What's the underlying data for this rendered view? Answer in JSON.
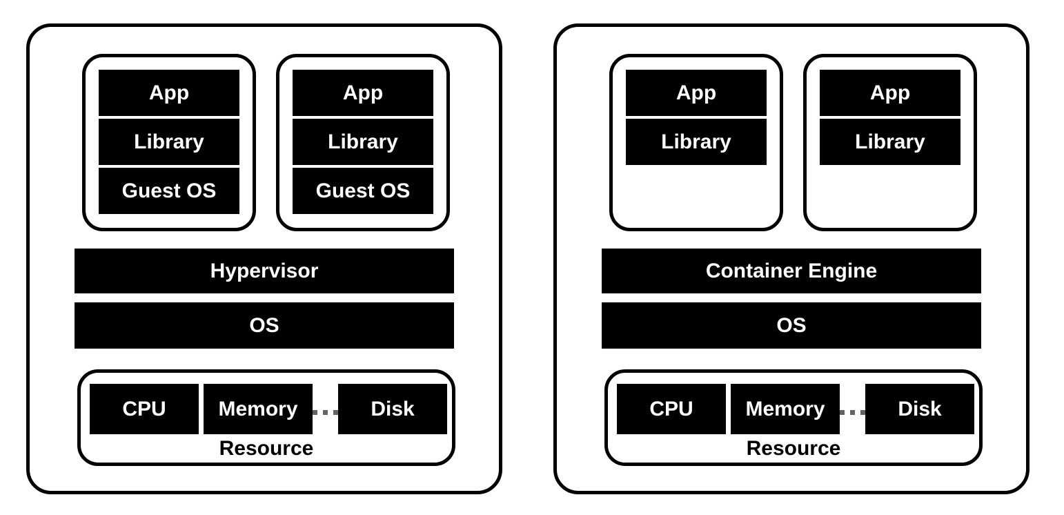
{
  "diagram": {
    "background": "#ffffff",
    "colors": {
      "block_fill": "#000000",
      "block_text": "#ffffff",
      "outline": "#000000",
      "label_text": "#000000",
      "ellipsis_dots": "#636363"
    },
    "panels": [
      {
        "name": "virtual-machine-stack",
        "units": [
          {
            "layers": [
              "App",
              "Library",
              "Guest OS"
            ]
          },
          {
            "layers": [
              "App",
              "Library",
              "Guest OS"
            ]
          }
        ],
        "platform_bars": [
          "Hypervisor",
          "OS"
        ],
        "resource": {
          "items": [
            "CPU",
            "Memory",
            "Disk"
          ],
          "ellipsis": "...",
          "label": "Resource"
        }
      },
      {
        "name": "container-stack",
        "units": [
          {
            "layers": [
              "App",
              "Library"
            ]
          },
          {
            "layers": [
              "App",
              "Library"
            ]
          }
        ],
        "platform_bars": [
          "Container Engine",
          "OS"
        ],
        "resource": {
          "items": [
            "CPU",
            "Memory",
            "Disk"
          ],
          "ellipsis": "...",
          "label": "Resource"
        }
      }
    ]
  }
}
